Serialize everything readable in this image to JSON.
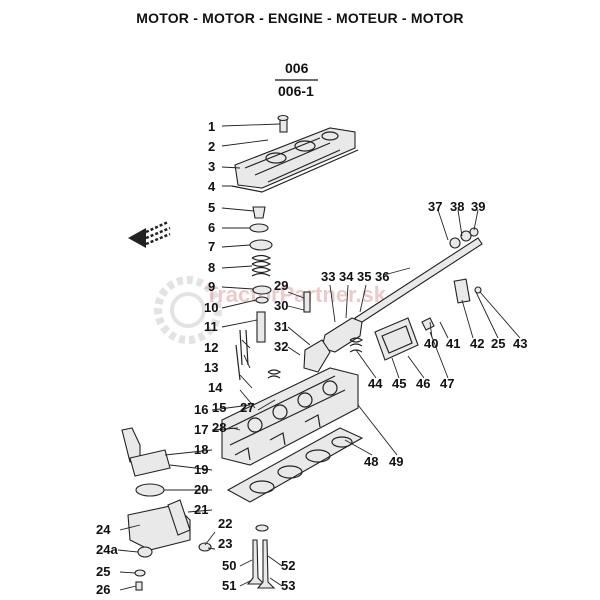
{
  "title": "MOTOR - MOTOR - ENGINE - MOTEUR - MOTOR",
  "codes": {
    "primary": "006",
    "secondary": "006-1"
  },
  "watermark": "TractorPartner.sk",
  "labels": {
    "l1": "1",
    "l2": "2",
    "l3": "3",
    "l4": "4",
    "l5": "5",
    "l6": "6",
    "l7": "7",
    "l8": "8",
    "l9": "9",
    "l10": "10",
    "l11": "11",
    "l12": "12",
    "l13": "13",
    "l14": "14",
    "l15": "15",
    "l16": "16",
    "l17": "17",
    "l18": "18",
    "l19": "19",
    "l20": "20",
    "l21": "21",
    "l22": "22",
    "l23": "23",
    "l24": "24",
    "l24a": "24a",
    "l25": "25",
    "l25b": "25",
    "l26": "26",
    "l27": "27",
    "l28": "28",
    "l29": "29",
    "l30": "30",
    "l31": "31",
    "l32": "32",
    "l33": "33",
    "l34": "34",
    "l35": "35",
    "l36": "36",
    "l37": "37",
    "l38": "38",
    "l39": "39",
    "l40": "40",
    "l41": "41",
    "l42": "42",
    "l43": "43",
    "l44": "44",
    "l45": "45",
    "l46": "46",
    "l47": "47",
    "l48": "48",
    "l49": "49",
    "l50": "50",
    "l51": "51",
    "l52": "52",
    "l53": "53"
  },
  "colors": {
    "line": "#222222",
    "watermark": "#d9a0a0",
    "background": "#ffffff"
  }
}
